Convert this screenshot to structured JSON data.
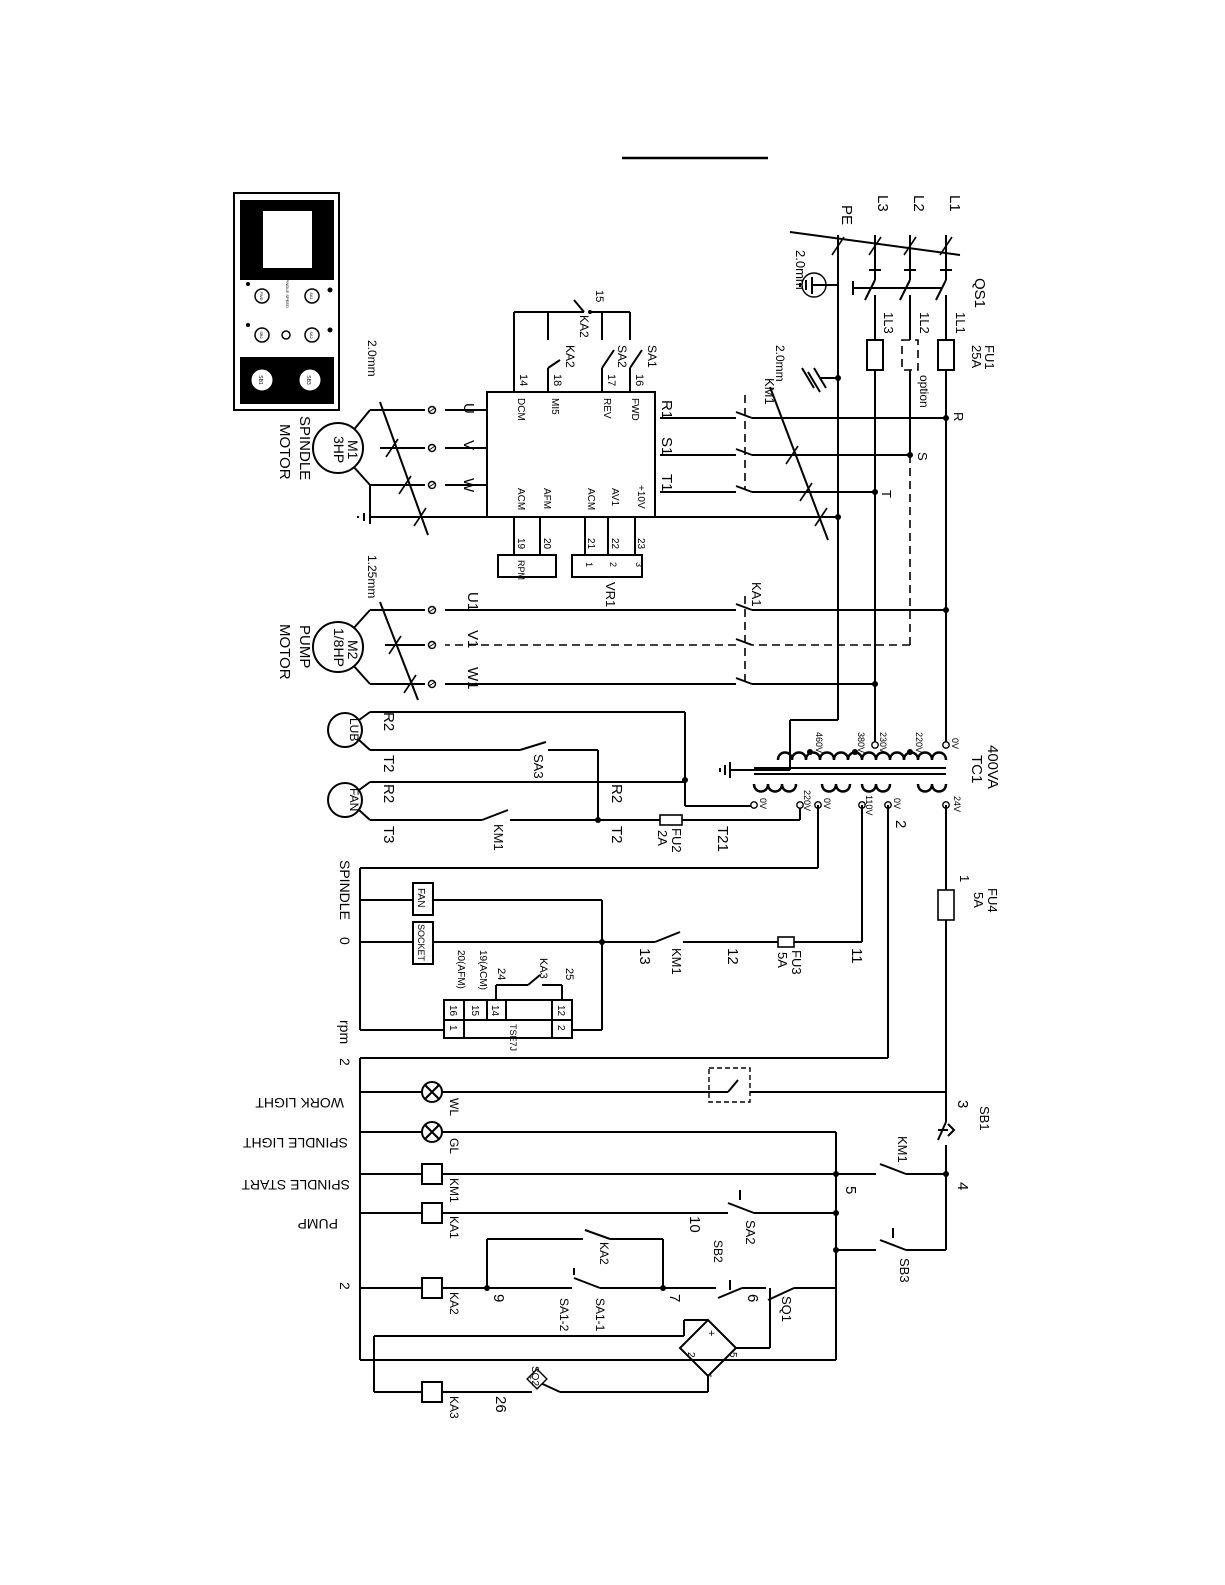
{
  "labels": {
    "pe": "PE",
    "l3": "L3",
    "l2": "L2",
    "l1": "L1",
    "wire_20_top": "2.0mm",
    "wire_20_mid": "2.0mm",
    "wire_20_spindle": "2.0mm",
    "wire_125": "1.25mm",
    "sq": "2",
    "qs1": "QS1",
    "oneL1": "1L1",
    "oneL2": "1L2",
    "oneL3": "1L3",
    "fu1": "FU1",
    "fu1_rating": "25A",
    "option": "option",
    "r": "R",
    "s": "S",
    "t": "T",
    "km1_main": "KM1",
    "ka2_top": "KA2",
    "ka2_top2": "KA2",
    "sa2_top": "SA2",
    "sa1_top": "SA1",
    "n15": "15",
    "n14": "14",
    "n18": "18",
    "n17": "17",
    "n16": "16",
    "dcm": "DCM",
    "mi5": "MI5",
    "rev": "REV",
    "fwd": "FWD",
    "acm1": "ACM",
    "afm": "AFM",
    "acm2": "ACM",
    "av1": "AV1",
    "p10v": "+10V",
    "r1": "R1",
    "s1": "S1",
    "t1": "T1",
    "u": "U",
    "v": "V",
    "w": "W",
    "n19": "19",
    "n20": "20",
    "n21": "21",
    "n22": "22",
    "n23": "23",
    "rpm_box": "RPM",
    "vr_1": "1",
    "vr_2": "2",
    "vr_3": "3",
    "vr1": "VR1",
    "m1": "M1",
    "m1_hp": "3HP",
    "spindle_motor_1": "SPINDLE",
    "spindle_motor_2": "MOTOR",
    "u1": "U1",
    "v1": "V1",
    "w1": "W1",
    "m2": "M2",
    "m2_hp": "1/8HP",
    "pump_motor_1": "PUMP",
    "pump_motor_2": "MOTOR",
    "ka1_main": "KA1",
    "lub": "LUB",
    "fan": "FAN",
    "r2a": "R2",
    "t2a": "T2",
    "r2b": "R2",
    "t3": "T3",
    "sa3": "SA3",
    "km1_fan": "KM1",
    "r2c": "R2",
    "t2b": "T2",
    "fu2": "FU2",
    "fu2_rating": "2A",
    "t21": "T21",
    "tc1_va": "400VA",
    "tc1": "TC1",
    "p_0v": "0V",
    "p_220v": "220V",
    "p_230v": "230V",
    "p_380v": "380V",
    "p_460v": "460V",
    "s_0v_a": "0V",
    "s_220v": "220V",
    "s_0v_b": "0V",
    "s_110v": "110V",
    "s_0v_c": "0V",
    "s_24v": "24V",
    "n2_tx": "2",
    "fu4_1": "1",
    "fu4": "FU4",
    "fu4_rating": "5A",
    "fu3": "FU3",
    "fu3_rating": "5A",
    "n11": "11",
    "n12": "12",
    "n13": "13",
    "km1_aux": "KM1",
    "fan_box": "FAN",
    "socket_box": "SOCKET",
    "spindle_rail": "SPINDLE",
    "zero_rail": "0",
    "rpm_rail": "rpm",
    "n25": "25",
    "ka3_mid": "KA3",
    "n24": "24",
    "n19acm": "19(ACM)",
    "n20afm": "20(AFM)",
    "tb_16": "16",
    "tb_15": "15",
    "tb_14": "14",
    "tb_12": "12",
    "tb_1": "1",
    "tb_2": "2",
    "tse": "TSE7J",
    "rail_2_top": "2",
    "work_light": "WORK LIGHT",
    "spindle_light": "SPINDLE LIGHT",
    "spindle_start": "SPINDLE START",
    "pump": "PUMP",
    "rail_2_bot": "2",
    "wl": "WL",
    "gl": "GL",
    "km1_coil": "KM1",
    "ka1_coil": "KA1",
    "ka2_coil": "KA2",
    "ka3_coil": "KA3",
    "n3": "3",
    "sb1": "SB1",
    "km1_latch": "KM1",
    "n4": "4",
    "n5": "5",
    "sb3": "SB3",
    "sa2_ctl": "SA2",
    "n10": "10",
    "sb2": "SB2",
    "ka2_ctl": "KA2",
    "n9": "9",
    "n7": "7",
    "n6": "6",
    "sq1": "SQ1",
    "sa1_1": "SA1-1",
    "sa1_2": "SA1-2",
    "sq2": "SQ2",
    "n26": "26",
    "b_plus": "+",
    "b_minus": "-",
    "b_5": "5",
    "b_2": "2",
    "panel_spindle_speed": "SPINDLE SPEED",
    "panel_sa1": "SA1",
    "panel_sa2": "SA2",
    "panel_sb2": "SB2",
    "panel_sb3": "SB3",
    "panel_sb1": "SB1",
    "panel_fwd": "FWD",
    "panel_rev": "REV"
  }
}
